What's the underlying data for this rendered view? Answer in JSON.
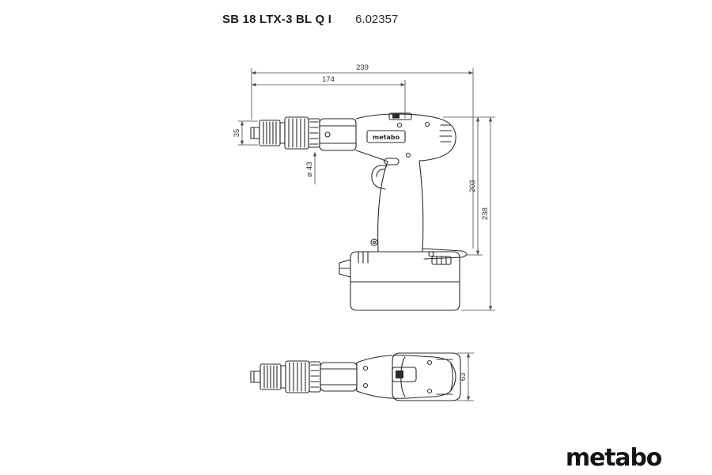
{
  "header": {
    "product_name": "SB 18 LTX-3 BL Q I",
    "product_code": "6.02357"
  },
  "drawing": {
    "type": "technical-dimension-drawing",
    "views": [
      "side-view",
      "top-view"
    ],
    "body_label": "metabo",
    "dimensions": {
      "overall_length_mm": "239",
      "housing_length_mm": "174",
      "spindle_height_mm": "35",
      "collar_diameter": "ø 43",
      "height_to_hook_mm": "203",
      "overall_height_mm": "238",
      "width_mm": "63"
    },
    "line_color": "#2b2b2b",
    "dimension_line_color": "#4a4a4a"
  },
  "logo": {
    "brand": "metabo"
  }
}
